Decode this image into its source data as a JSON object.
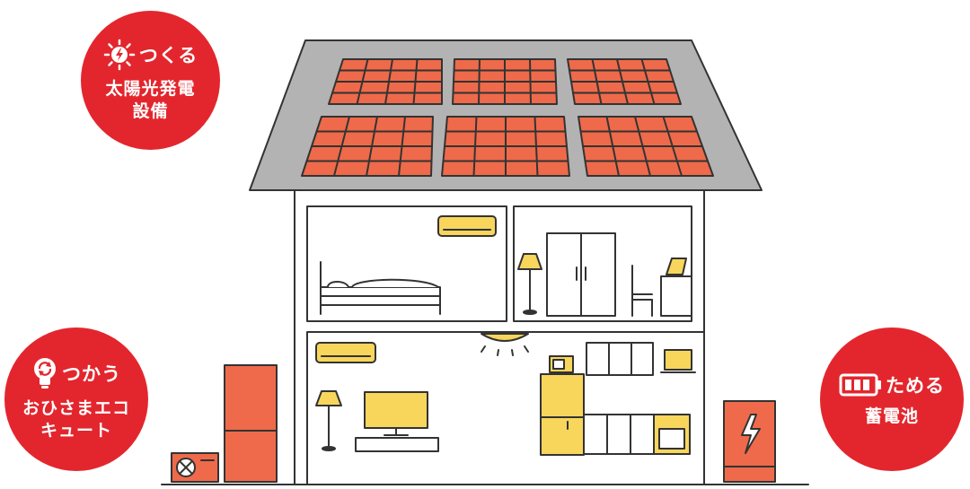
{
  "colors": {
    "badge": "#e3262d",
    "panel": "#ee6a4a",
    "roof": "#b3b3b3",
    "yellow": "#f8d65c",
    "appliance_red": "#ee6a4a",
    "outline": "#333333"
  },
  "badges": {
    "make": {
      "icon": "sun-lightning-icon",
      "verb": "つくる",
      "label_line1": "太陽光発電",
      "label_line2": "設備"
    },
    "use": {
      "icon": "lightbulb-icon",
      "verb": "つかう",
      "label_line1": "おひさまエコ",
      "label_line2": "キュート"
    },
    "store": {
      "icon": "battery-icon",
      "verb": "ためる",
      "label_line1": "蓄電池"
    }
  }
}
